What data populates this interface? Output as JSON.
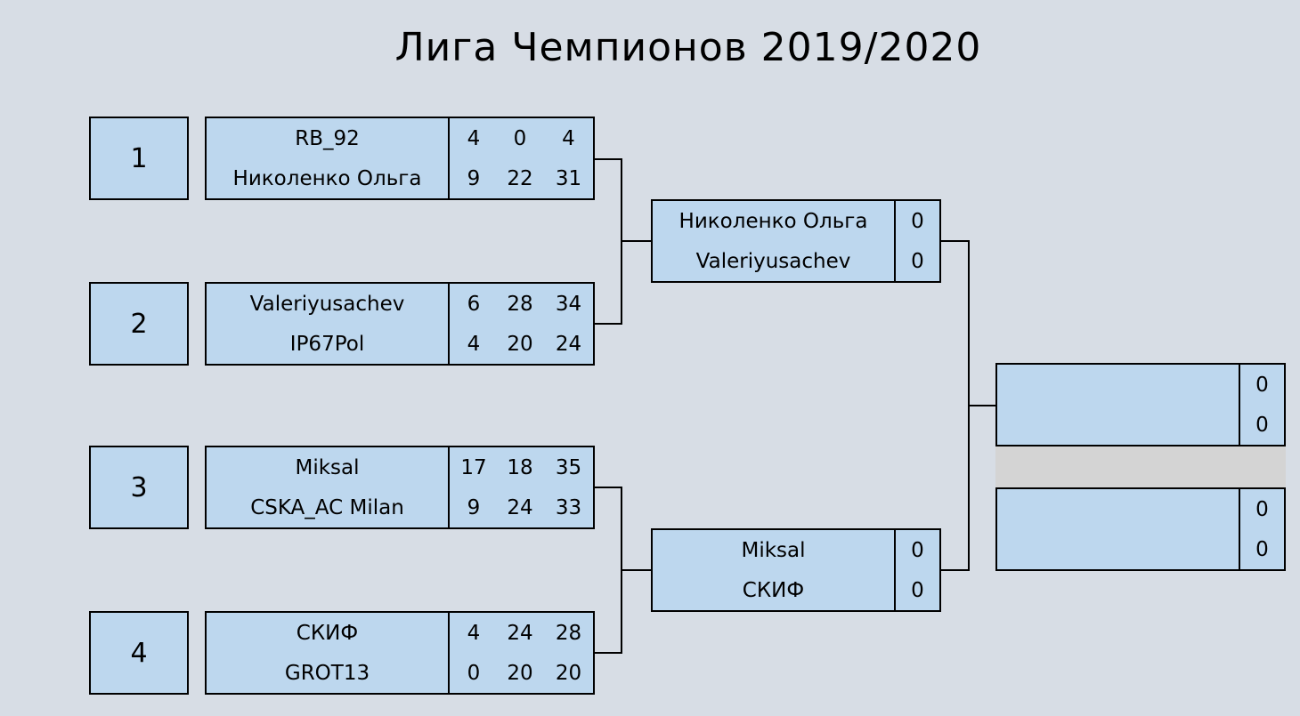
{
  "title": "Лига Чемпионов 2019/2020",
  "seeds": [
    "1",
    "2",
    "3",
    "4"
  ],
  "round1": [
    {
      "teams": [
        {
          "name": "RB_92",
          "scores": [
            "4",
            "0",
            "4"
          ]
        },
        {
          "name": "Николенко Ольга",
          "scores": [
            "9",
            "22",
            "31"
          ]
        }
      ]
    },
    {
      "teams": [
        {
          "name": "Valeriyusachev",
          "scores": [
            "6",
            "28",
            "34"
          ]
        },
        {
          "name": "IP67Pol",
          "scores": [
            "4",
            "20",
            "24"
          ]
        }
      ]
    },
    {
      "teams": [
        {
          "name": "Miksal",
          "scores": [
            "17",
            "18",
            "35"
          ]
        },
        {
          "name": "CSKA_AC Milan",
          "scores": [
            "9",
            "24",
            "33"
          ]
        }
      ]
    },
    {
      "teams": [
        {
          "name": "СКИФ",
          "scores": [
            "4",
            "24",
            "28"
          ]
        },
        {
          "name": "GROT13",
          "scores": [
            "0",
            "20",
            "20"
          ]
        }
      ]
    }
  ],
  "semifinals": [
    {
      "teams": [
        {
          "name": "Николенко Ольга",
          "score": "0"
        },
        {
          "name": "Valeriyusachev",
          "score": "0"
        }
      ]
    },
    {
      "teams": [
        {
          "name": "Miksal",
          "score": "0"
        },
        {
          "name": "СКИФ",
          "score": "0"
        }
      ]
    }
  ],
  "final": {
    "teams": [
      {
        "name": "",
        "score": "0"
      },
      {
        "name": "",
        "score": "0"
      }
    ]
  },
  "third_place": {
    "teams": [
      {
        "name": "",
        "score": "0"
      },
      {
        "name": "",
        "score": "0"
      }
    ]
  }
}
